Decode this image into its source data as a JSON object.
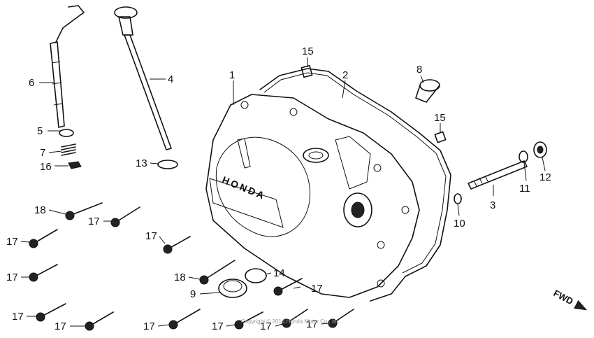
{
  "callouts": [
    {
      "id": "1",
      "text": "1"
    },
    {
      "id": "2",
      "text": "2"
    },
    {
      "id": "3",
      "text": "3"
    },
    {
      "id": "4",
      "text": "4"
    },
    {
      "id": "5",
      "text": "5"
    },
    {
      "id": "6",
      "text": "6"
    },
    {
      "id": "7",
      "text": "7"
    },
    {
      "id": "8",
      "text": "8"
    },
    {
      "id": "9",
      "text": "9"
    },
    {
      "id": "10",
      "text": "10"
    },
    {
      "id": "11",
      "text": "11"
    },
    {
      "id": "12",
      "text": "12"
    },
    {
      "id": "13",
      "text": "13"
    },
    {
      "id": "14",
      "text": "14"
    },
    {
      "id": "15a",
      "text": "15"
    },
    {
      "id": "15b",
      "text": "15"
    },
    {
      "id": "16",
      "text": "16"
    },
    {
      "id": "17a",
      "text": "17"
    },
    {
      "id": "17b",
      "text": "17"
    },
    {
      "id": "17c",
      "text": "17"
    },
    {
      "id": "17d",
      "text": "17"
    },
    {
      "id": "17e",
      "text": "17"
    },
    {
      "id": "17f",
      "text": "17"
    },
    {
      "id": "17g",
      "text": "17"
    },
    {
      "id": "17h",
      "text": "17"
    },
    {
      "id": "17i",
      "text": "17"
    },
    {
      "id": "17j",
      "text": "17"
    },
    {
      "id": "17k",
      "text": "17"
    },
    {
      "id": "18a",
      "text": "18"
    },
    {
      "id": "18b",
      "text": "18"
    }
  ],
  "cover_branding": "HONDA",
  "direction_label": "FWD",
  "watermark": "Copyright © 2014 Honda Motor Co., Inc."
}
